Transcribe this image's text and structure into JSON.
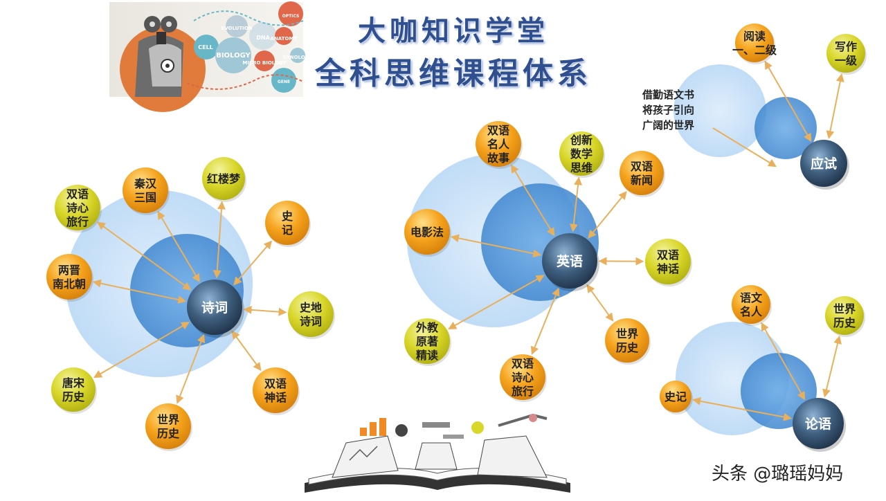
{
  "title": {
    "line1": "大咖知识学堂",
    "line2": "全科思维课程体系"
  },
  "banner_words": [
    "CELL",
    "BIOLOGY",
    "EVOLUTION",
    "DNA",
    "ANATOMY",
    "OPTICS",
    "MICRO BIOLOGY",
    "GENE",
    "SYNOLOGY"
  ],
  "colors": {
    "circle_light": "#cfe5fa",
    "circle_mid": "#5b9fe0",
    "hub": "#3f5f7f",
    "node_orange": "#f5a21c",
    "node_yellow": "#d9d72a",
    "arrow": "#e8b05c"
  },
  "clusters": [
    {
      "id": "poetry",
      "hub": "诗词",
      "nodes": [
        {
          "label": [
            "双语",
            "诗心",
            "旅行"
          ],
          "color": "yellow"
        },
        {
          "label": [
            "秦汉",
            "三国"
          ],
          "color": "orange"
        },
        {
          "label": [
            "红楼梦"
          ],
          "color": "yellow"
        },
        {
          "label": [
            "史",
            "记"
          ],
          "color": "orange"
        },
        {
          "label": [
            "两晋",
            "南北朝"
          ],
          "color": "orange"
        },
        {
          "label": [
            "史地",
            "诗词"
          ],
          "color": "yellow"
        },
        {
          "label": [
            "唐宋",
            "历史"
          ],
          "color": "yellow"
        },
        {
          "label": [
            "世界",
            "历史"
          ],
          "color": "orange"
        },
        {
          "label": [
            "双语",
            "神话"
          ],
          "color": "orange"
        }
      ]
    },
    {
      "id": "english",
      "hub": "英语",
      "nodes": [
        {
          "label": [
            "双语",
            "名人",
            "故事"
          ],
          "color": "orange"
        },
        {
          "label": [
            "创新",
            "数学",
            "思维"
          ],
          "color": "yellow"
        },
        {
          "label": [
            "双语",
            "新闻"
          ],
          "color": "orange"
        },
        {
          "label": [
            "电影法"
          ],
          "color": "orange"
        },
        {
          "label": [
            "双语",
            "神话"
          ],
          "color": "yellow"
        },
        {
          "label": [
            "外教",
            "原著",
            "精读"
          ],
          "color": "yellow"
        },
        {
          "label": [
            "双语",
            "诗心",
            "旅行"
          ],
          "color": "orange"
        },
        {
          "label": [
            "世界",
            "历史"
          ],
          "color": "orange"
        }
      ]
    },
    {
      "id": "exam",
      "hub": "应试",
      "nodes": [
        {
          "label": [
            "阅读",
            "一、二级"
          ],
          "color": "orange"
        },
        {
          "label": [
            "写作",
            "一级"
          ],
          "color": "yellow"
        }
      ],
      "note": [
        "借勤语文书",
        "将孩子引向",
        "广阔的世界"
      ]
    },
    {
      "id": "analects",
      "hub": "论语",
      "nodes": [
        {
          "label": [
            "语文",
            "名人"
          ],
          "color": "orange"
        },
        {
          "label": [
            "世界",
            "历史"
          ],
          "color": "yellow"
        },
        {
          "label": [
            "史记"
          ],
          "color": "orange"
        }
      ]
    }
  ],
  "watermark": "头条 @璐瑶妈妈"
}
